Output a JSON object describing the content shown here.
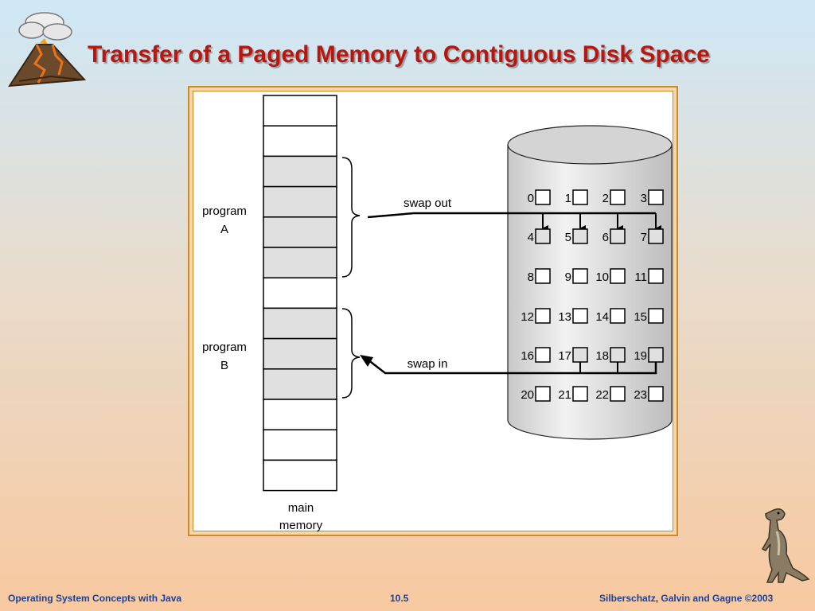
{
  "slide": {
    "title": "Transfer of a Paged Memory to Contiguous Disk Space",
    "footer_left": "Operating System Concepts with Java",
    "footer_center": "10.5",
    "footer_right": "Silberschatz, Galvin and Gagne ©2003"
  },
  "diagram": {
    "program_a": [
      "program",
      "A"
    ],
    "program_b": [
      "program",
      "B"
    ],
    "main_memory_label": [
      "main",
      "memory"
    ],
    "swap_out_label": "swap out",
    "swap_in_label": "swap in",
    "memory_frames": 13,
    "program_a_frames": [
      2,
      3,
      4,
      5
    ],
    "program_b_frames": [
      7,
      8,
      9
    ],
    "disk_blocks": [
      "0",
      "1",
      "2",
      "3",
      "4",
      "5",
      "6",
      "7",
      "8",
      "9",
      "10",
      "11",
      "12",
      "13",
      "14",
      "15",
      "16",
      "17",
      "18",
      "19",
      "20",
      "21",
      "22",
      "23"
    ],
    "shaded_blocks": [
      4,
      5,
      6,
      7,
      17,
      18,
      19
    ],
    "swap_out_targets": [
      4,
      5,
      6,
      7
    ],
    "swap_in_sources": [
      17,
      18,
      19
    ]
  },
  "icons": {
    "top_left": "volcano-icon",
    "bottom_right": "dinosaur-icon"
  },
  "colors": {
    "title": "#b8170f",
    "footer": "#1c3f95",
    "frame_border": "#cc8a2a",
    "shaded_fill": "#e0e0e0"
  }
}
